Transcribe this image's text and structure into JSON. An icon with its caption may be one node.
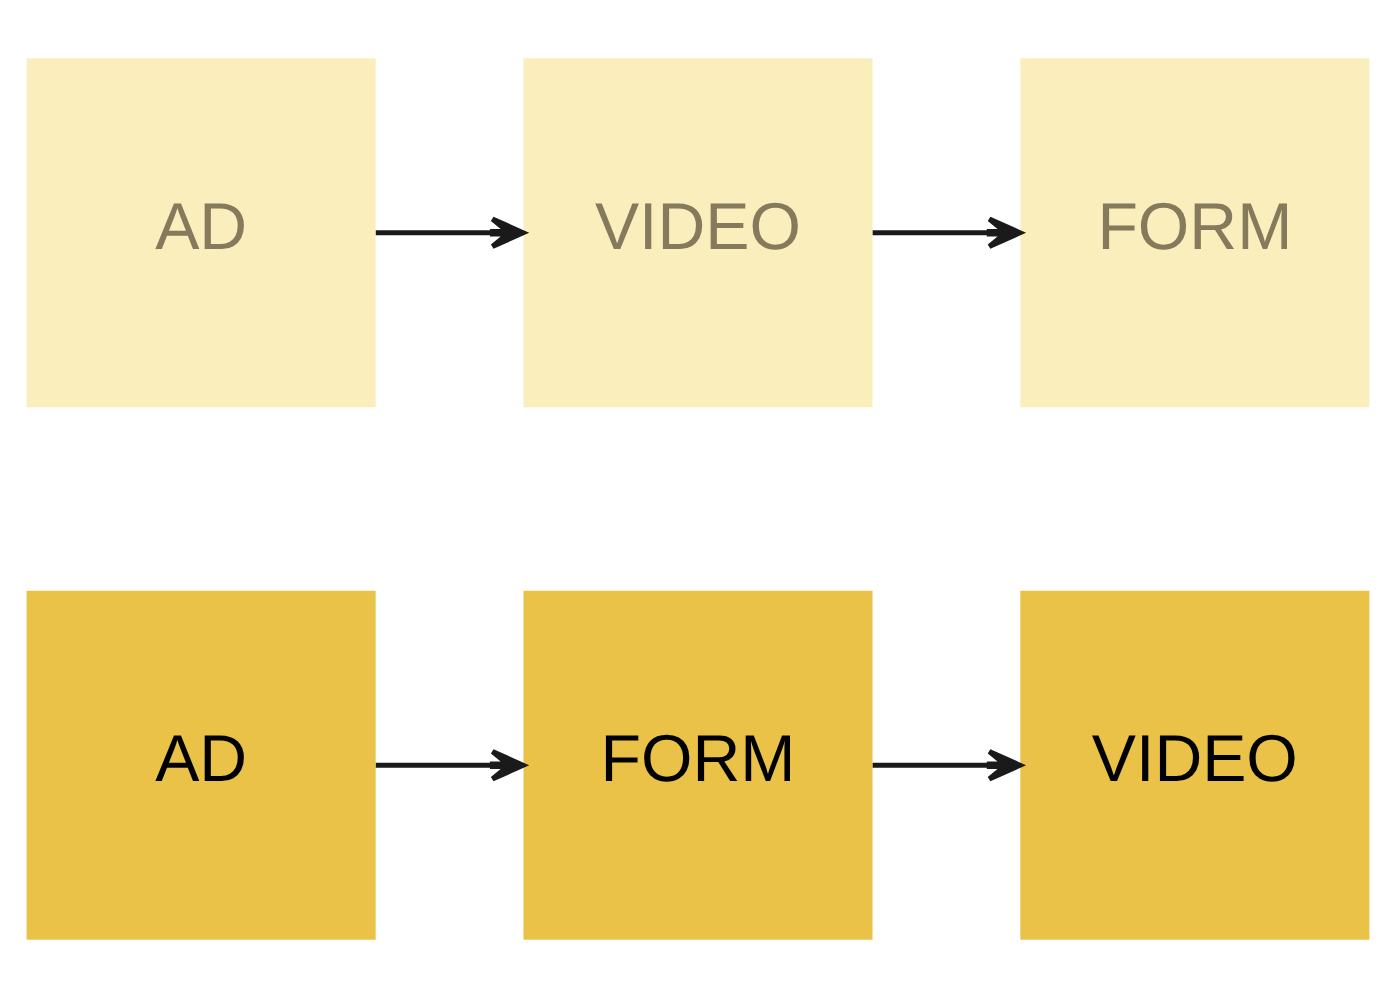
{
  "diagram": {
    "nodes": [
      {
        "text": [
          "AD"
        ]
      },
      {
        "text": [
          "VIDEO"
        ]
      },
      {
        "text": [
          "FORM"
        ]
      },
      {
        "text": [
          "AD"
        ]
      },
      {
        "text": [
          "FORM"
        ]
      },
      {
        "text": [
          "VIDEO"
        ]
      }
    ],
    "edges": [
      {
        "from": 0,
        "to": 1,
        "arrow": "to"
      },
      {
        "from": 1,
        "to": 2,
        "arrow": "to"
      },
      {
        "from": 3,
        "to": 4,
        "arrow": "to"
      },
      {
        "from": 4,
        "to": 5,
        "arrow": "to"
      }
    ]
  }
}
